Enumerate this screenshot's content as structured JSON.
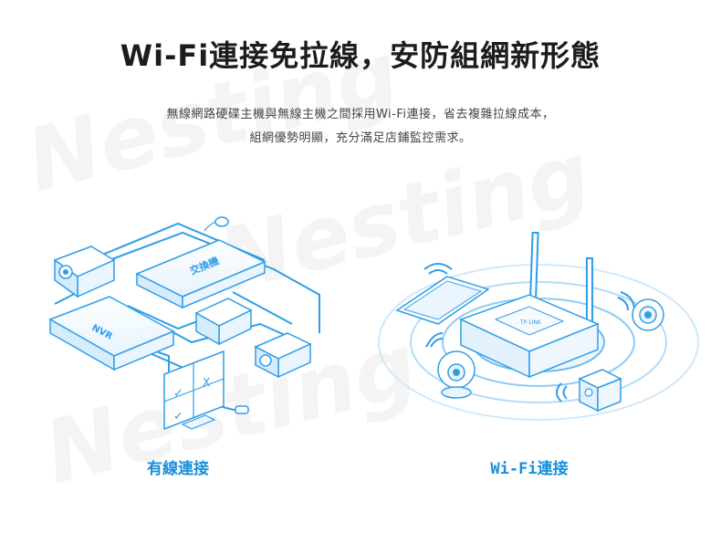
{
  "header": {
    "title": "Wi-Fi連接免拉線，安防組網新形態",
    "description_line1": "無線網路硬碟主機與無線主機之間採用Wi-Fi連接，省去複雜拉線成本，",
    "description_line2": "組網優勢明顯，充分滿足店鋪監控需求。"
  },
  "watermark": {
    "text": "Nesting"
  },
  "wired": {
    "caption": "有線連接",
    "switch_label": "交換機",
    "nvr_label": "NVR",
    "check_mark": "✓",
    "cross_mark": "X"
  },
  "wireless": {
    "caption": "Wi-Fi連接",
    "router_brand": "TP-LINK"
  },
  "colors": {
    "accent": "#1a8fd8",
    "line_blue": "#2f9ee8",
    "title": "#1c1c1c"
  }
}
